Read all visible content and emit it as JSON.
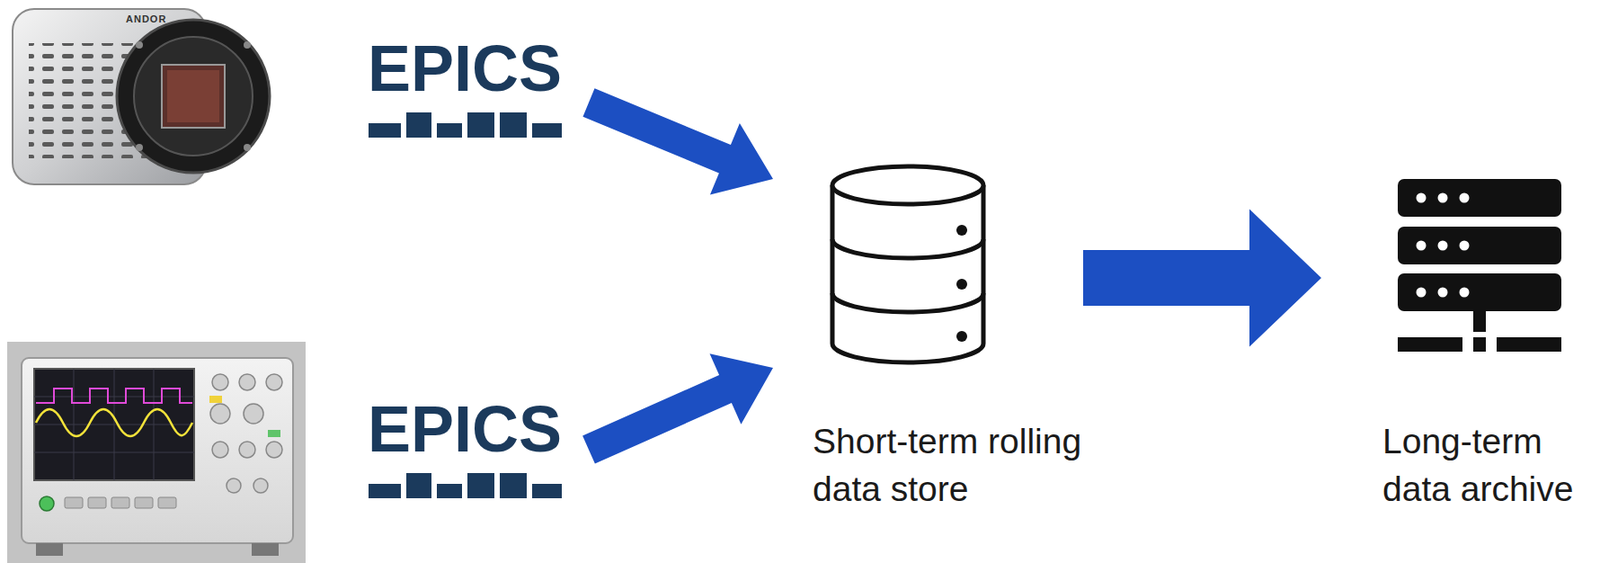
{
  "diagram": {
    "nodes": [
      {
        "text": [
          "EPICS"
        ]
      },
      {
        "text": [
          "EPICS"
        ]
      },
      {
        "text": [
          "Short-term rolling data store"
        ]
      },
      {
        "text": [
          "Long-term data archive"
        ]
      }
    ],
    "edges": [
      {
        "from": 0,
        "to": 2,
        "arrow": "to"
      },
      {
        "from": 1,
        "to": 2,
        "arrow": "to"
      },
      {
        "from": 2,
        "to": 3,
        "arrow": "to"
      }
    ],
    "labels": [
      "ANDOR"
    ]
  }
}
